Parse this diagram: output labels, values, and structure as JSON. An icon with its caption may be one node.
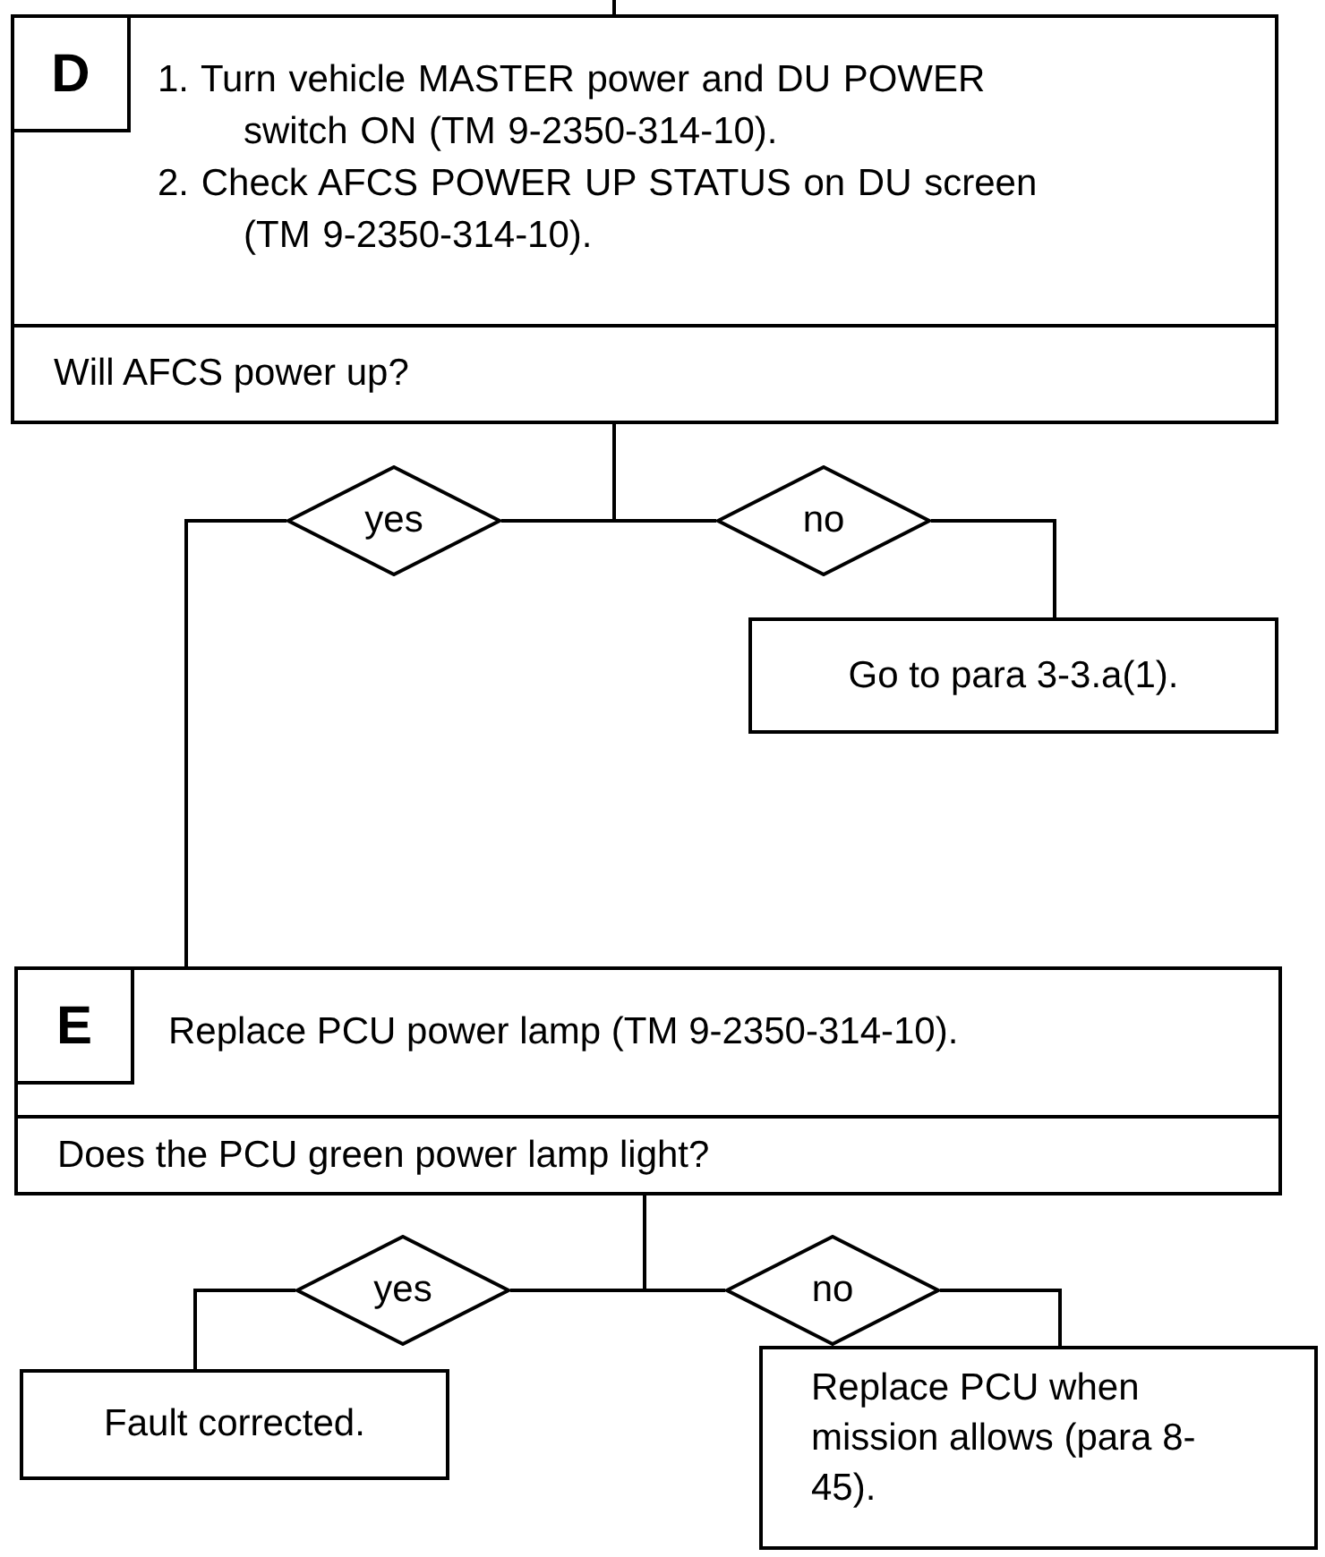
{
  "diagram": {
    "nodes": [
      {
        "text": [
          "D",
          "1. Turn vehicle MASTER power and DU POWER switch ON (TM 9-2350-314-10).",
          "2. Check AFCS POWER UP STATUS on DU screen (TM 9-2350-314-10)."
        ]
      },
      {
        "text": [
          "Will AFCS power up?"
        ],
        "in": 0
      },
      {
        "text": [
          "yes"
        ]
      },
      {
        "text": [
          "no"
        ]
      },
      {
        "text": [
          "Go to para 3-3.a(1)."
        ]
      },
      {
        "text": [
          "E",
          "Replace PCU power lamp (TM 9-2350-314-10)."
        ]
      },
      {
        "text": [
          "Does the PCU green power lamp light?"
        ],
        "in": 5
      },
      {
        "text": [
          "yes"
        ]
      },
      {
        "text": [
          "no"
        ]
      },
      {
        "text": [
          "Fault corrected."
        ]
      },
      {
        "text": [
          "Replace PCU when mission allows (para 8-45)."
        ]
      }
    ],
    "edges": [
      {
        "from": null,
        "to": 0,
        "arrow": "none"
      },
      {
        "from": 1,
        "to": 2,
        "arrow": "none"
      },
      {
        "from": 1,
        "to": 3,
        "arrow": "none"
      },
      {
        "from": 3,
        "to": 4,
        "arrow": "none"
      },
      {
        "from": 2,
        "to": 5,
        "arrow": "none"
      },
      {
        "from": 6,
        "to": 7,
        "arrow": "none"
      },
      {
        "from": 6,
        "to": 8,
        "arrow": "none"
      },
      {
        "from": 7,
        "to": 9,
        "arrow": "none"
      },
      {
        "from": 8,
        "to": 10,
        "arrow": "none"
      }
    ]
  }
}
